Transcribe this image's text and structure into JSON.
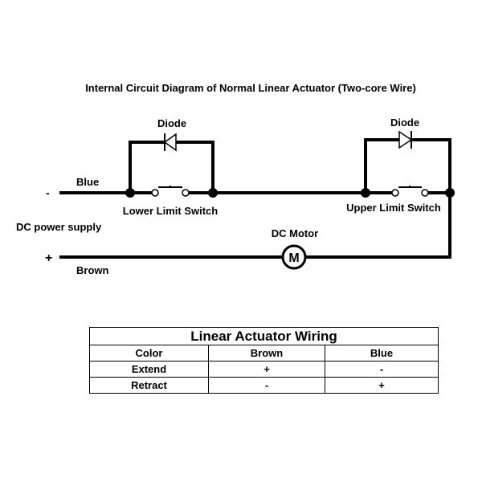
{
  "diagram": {
    "title": "Internal Circuit Diagram of Normal Linear Actuator (Two-core Wire)",
    "diode_left": "Diode",
    "diode_right": "Diode",
    "blue_wire": "Blue",
    "minus_terminal": "-",
    "plus_terminal": "+",
    "dc_power_supply": "DC power supply",
    "brown_wire": "Brown",
    "lower_limit_switch": "Lower Limit Switch",
    "upper_limit_switch": "Upper Limit Switch",
    "dc_motor": "DC Motor",
    "motor_symbol": "M"
  },
  "table": {
    "caption": "Linear Actuator Wiring",
    "headers": [
      "Color",
      "Brown",
      "Blue"
    ],
    "rows": [
      [
        "Extend",
        "+",
        "-"
      ],
      [
        "Retract",
        "-",
        "+"
      ]
    ]
  }
}
